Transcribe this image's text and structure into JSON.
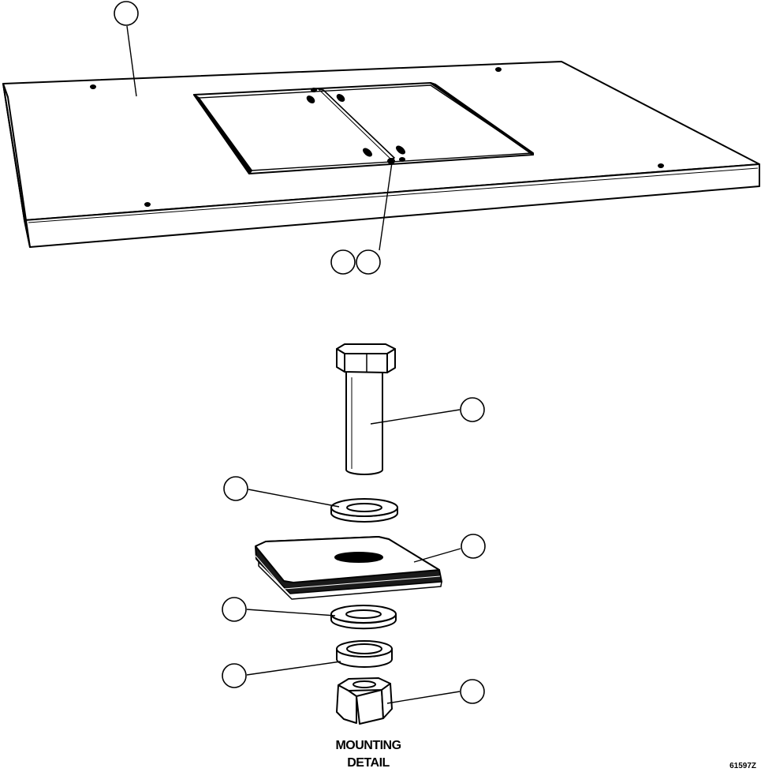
{
  "caption": {
    "line1": "MOUNTING",
    "line2": "DETAIL"
  },
  "figure_number": "61597Z",
  "callouts": [
    "",
    "",
    "",
    "",
    "",
    "",
    "",
    "",
    ""
  ],
  "colors": {
    "line": "#000000",
    "fill": "#ffffff",
    "dark": "#1a1a1a"
  }
}
